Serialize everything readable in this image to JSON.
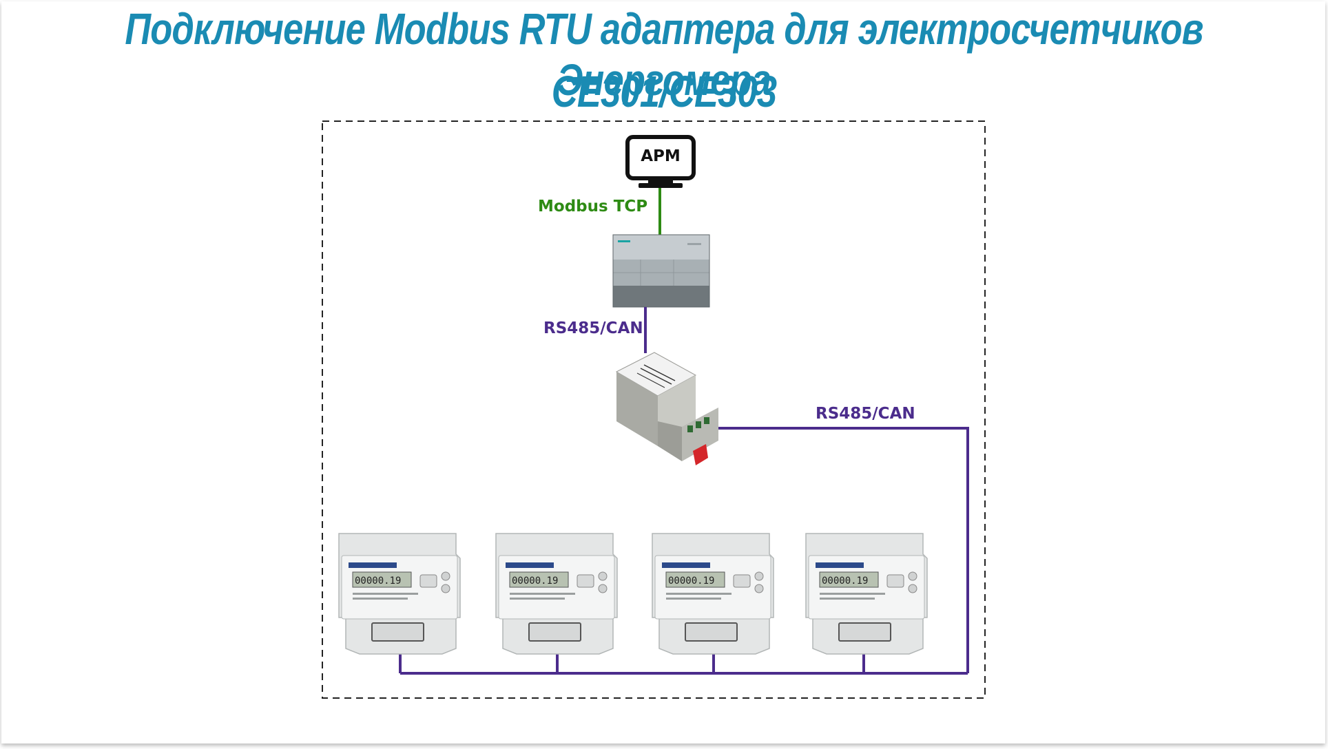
{
  "title": {
    "line1": "Подключение Modbus RTU адаптера для электросчетчиков Энергомера",
    "line2": "CE301/CE303"
  },
  "workstation": {
    "label": "АРМ"
  },
  "links": {
    "modbus_tcp": "Modbus TCP",
    "rs485_can_plc": "RS485/CAN",
    "rs485_can_bus": "RS485/CAN"
  },
  "colors": {
    "title": "#1a8bb3",
    "modbus_tcp": "#2e8b14",
    "rs485": "#4b2c8c"
  },
  "meters": {
    "count": 4,
    "reading": "00000.19"
  }
}
